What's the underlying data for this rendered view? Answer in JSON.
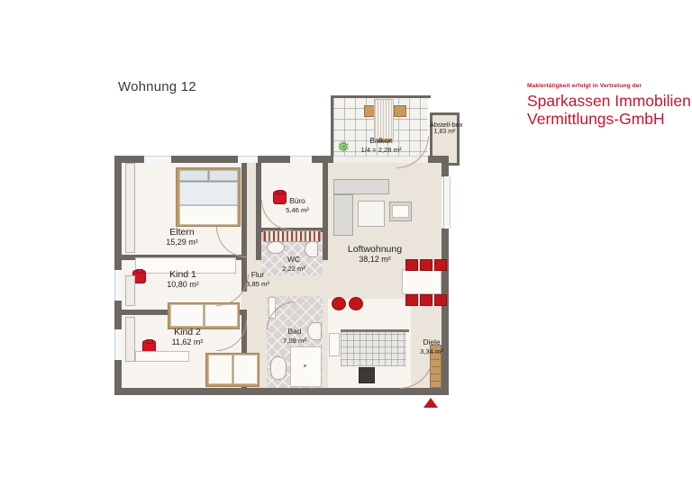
{
  "plan": {
    "title": "Wohnung 12"
  },
  "branding": {
    "kicker": "Maklertätigkeit erfolgt in Vertretung der",
    "line1": "Sparkassen Immobilien",
    "line2": "Vermittlungs-GmbH",
    "accent_color": "#c3182b"
  },
  "colors": {
    "wall": "#6d6762",
    "floor": "#eae4da",
    "tile": "#d9d4d2",
    "accent_red": "#c0151b",
    "wood": "#c49a62",
    "text": "#23211f"
  },
  "rooms": [
    {
      "id": "eltern",
      "name": "Eltern",
      "area": "15,29 m²"
    },
    {
      "id": "kind1",
      "name": "Kind 1",
      "area": "10,80 m²"
    },
    {
      "id": "kind2",
      "name": "Kind 2",
      "area": "11,62 m²"
    },
    {
      "id": "buero",
      "name": "Büro",
      "area": "5,46 m²"
    },
    {
      "id": "wc",
      "name": "WC",
      "area": "2,22 m²"
    },
    {
      "id": "flur",
      "name": "Flur",
      "area": "3,85 m²"
    },
    {
      "id": "bad",
      "name": "Bad",
      "area": "7,09 m²"
    },
    {
      "id": "loftwohnung",
      "name": "Loftwohnung",
      "area": "38,12 m²"
    },
    {
      "id": "diele",
      "name": "Diele",
      "area": "3,34 m²"
    },
    {
      "id": "balkon",
      "name": "Balkon",
      "area": "1/4 = 2,28 m²"
    },
    {
      "id": "abstellbox",
      "name": "Abstell-box",
      "area": "1,83 m²"
    }
  ]
}
